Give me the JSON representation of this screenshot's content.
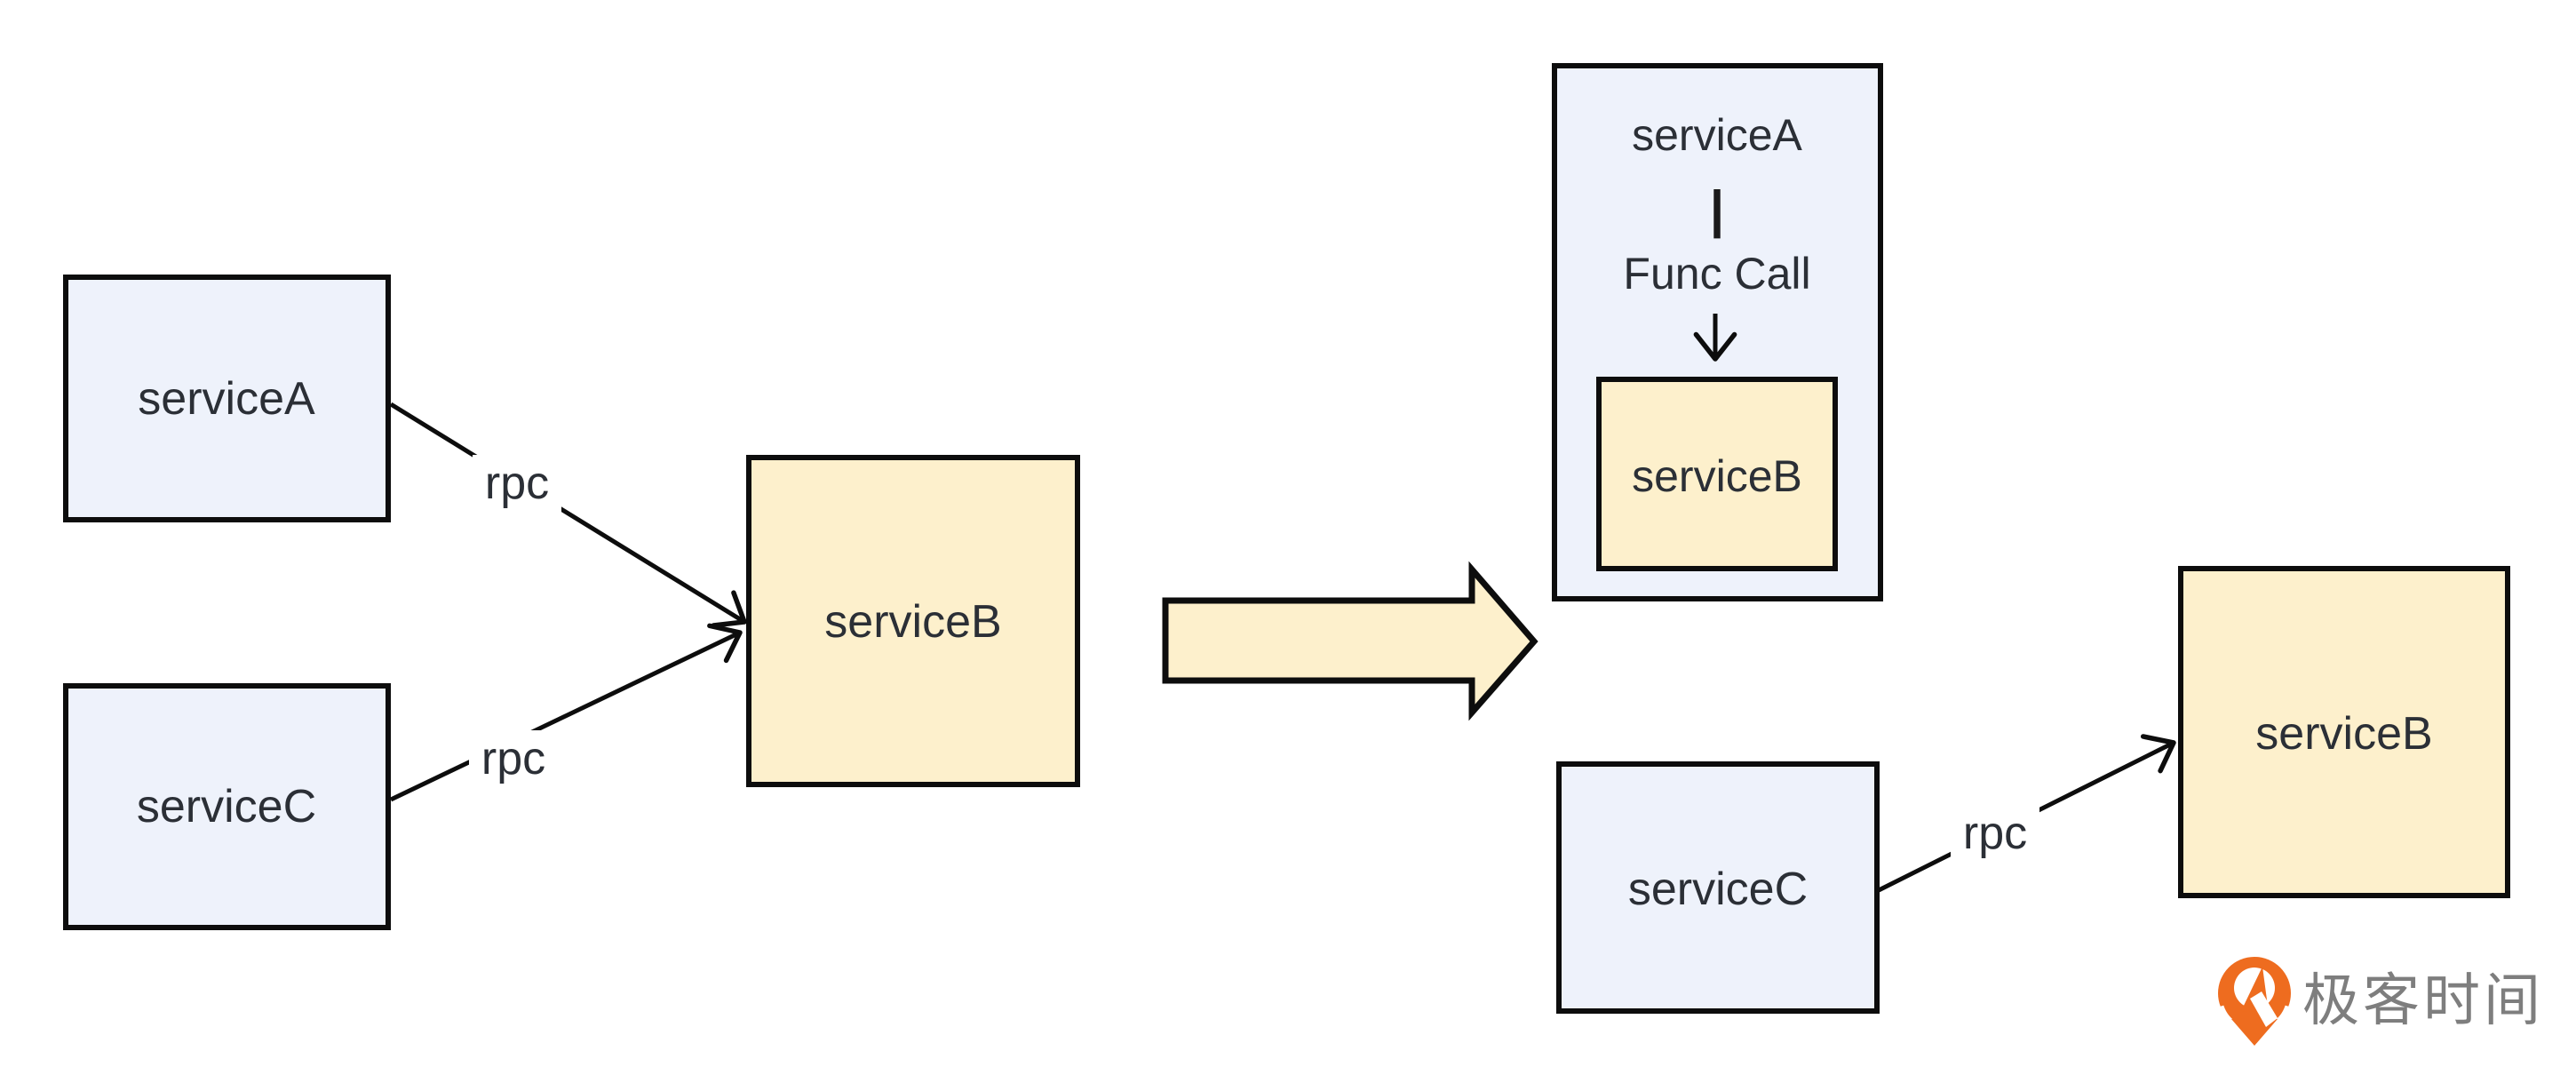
{
  "diagram_before": {
    "service_a_label": "serviceA",
    "service_c_label": "serviceC",
    "service_b_label": "serviceB",
    "edge_a_label": "rpc",
    "edge_c_label": "rpc"
  },
  "diagram_after": {
    "container": {
      "service_a_label": "serviceA",
      "connector_glyph": "|",
      "call_label": "Func Call",
      "service_b_label": "serviceB"
    },
    "service_c_label": "serviceC",
    "service_b_label": "serviceB",
    "edge_c_label": "rpc"
  },
  "logo": {
    "brand_text": "极客时间"
  },
  "colors": {
    "background": "#ffffff",
    "box_blue_fill": "#eef2fb",
    "box_cream_fill": "#fdf0cc",
    "shape_outline": "#0d0d0d",
    "label_text": "#2b2f36",
    "logo_orange": "#ee6c1f",
    "logo_text_gray": "#7e7e7e"
  }
}
